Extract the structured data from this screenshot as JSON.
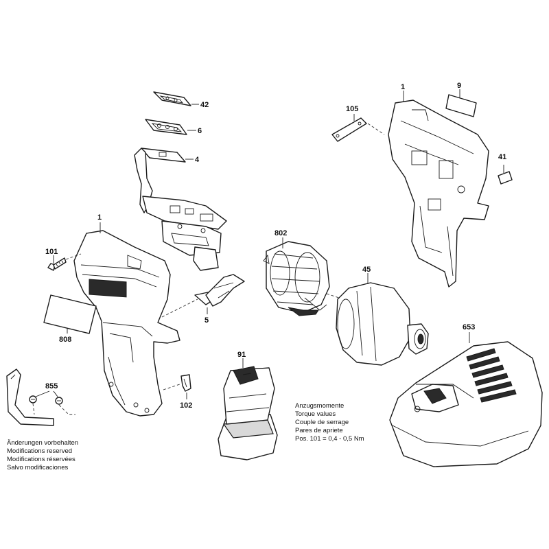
{
  "callouts": {
    "c42": "42",
    "c6": "6",
    "c4": "4",
    "c1_left": "1",
    "c101": "101",
    "c808": "808",
    "c5": "5",
    "c855": "855",
    "c102": "102",
    "c91": "91",
    "c802": "802",
    "c45": "45",
    "c105": "105",
    "c1_right": "1",
    "c9": "9",
    "c41": "41",
    "c653": "653"
  },
  "torque_note": {
    "line1": "Anzugsmomente",
    "line2": "Torque values",
    "line3": "Couple de serrage",
    "line4": "Pares de apriete",
    "line5": "Pos. 101  =  0,4  -  0,5 Nm"
  },
  "modifications_note": {
    "line1": "Änderungen vorbehalten",
    "line2": "Modifications reserved",
    "line3": "Modifications réservées",
    "line4": "Salvo modificaciones"
  }
}
